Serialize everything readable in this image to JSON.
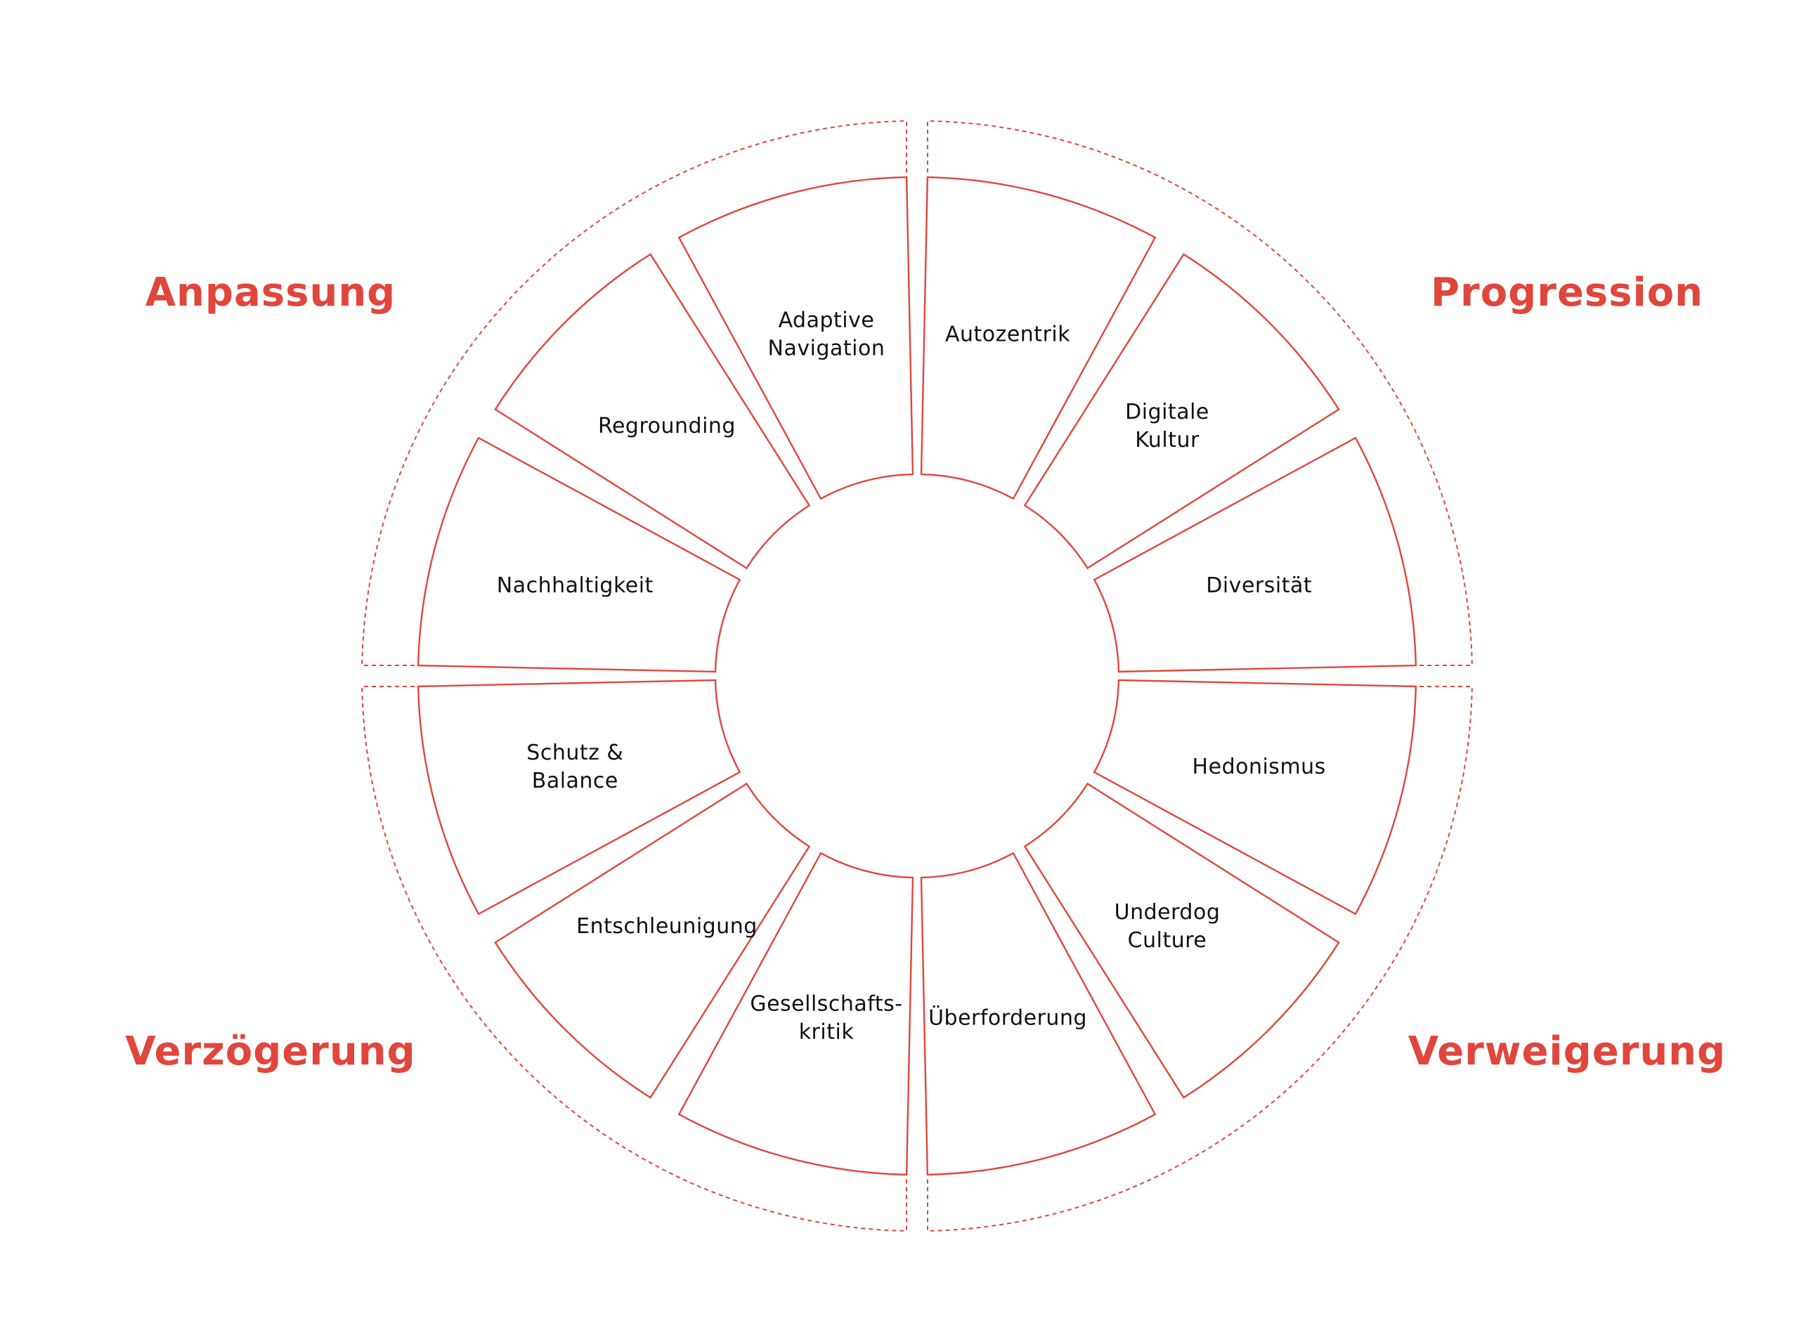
{
  "colors": {
    "accent": "#e0463c",
    "text": "#111111",
    "background": "#ffffff"
  },
  "quadrants": [
    {
      "id": "progression",
      "label": "Progression"
    },
    {
      "id": "anpassung",
      "label": "Anpassung"
    },
    {
      "id": "verzoegerung",
      "label": "Verzögerung"
    },
    {
      "id": "verweigerung",
      "label": "Verweigerung"
    }
  ],
  "segments": [
    {
      "id": "autozentrik",
      "quadrant": "progression",
      "lines": [
        "Autozentrik"
      ]
    },
    {
      "id": "digitale-kultur",
      "quadrant": "progression",
      "lines": [
        "Digitale",
        "Kultur"
      ]
    },
    {
      "id": "diversitaet",
      "quadrant": "progression",
      "lines": [
        "Diversität"
      ]
    },
    {
      "id": "nachhaltigkeit",
      "quadrant": "anpassung",
      "lines": [
        "Nachhaltigkeit"
      ]
    },
    {
      "id": "regrounding",
      "quadrant": "anpassung",
      "lines": [
        "Regrounding"
      ]
    },
    {
      "id": "adaptive-navigation",
      "quadrant": "anpassung",
      "lines": [
        "Adaptive",
        "Navigation"
      ]
    },
    {
      "id": "gesellschaftskritik",
      "quadrant": "verzoegerung",
      "lines": [
        "Gesellschafts-",
        "kritik"
      ]
    },
    {
      "id": "entschleunigung",
      "quadrant": "verzoegerung",
      "lines": [
        "Entschleunigung"
      ]
    },
    {
      "id": "schutz-balance",
      "quadrant": "verzoegerung",
      "lines": [
        "Schutz &",
        "Balance"
      ]
    },
    {
      "id": "hedonismus",
      "quadrant": "verweigerung",
      "lines": [
        "Hedonismus"
      ]
    },
    {
      "id": "underdog-culture",
      "quadrant": "verweigerung",
      "lines": [
        "Underdog",
        "Culture"
      ]
    },
    {
      "id": "ueberforderung",
      "quadrant": "verweigerung",
      "lines": [
        "Überforderung"
      ]
    }
  ]
}
